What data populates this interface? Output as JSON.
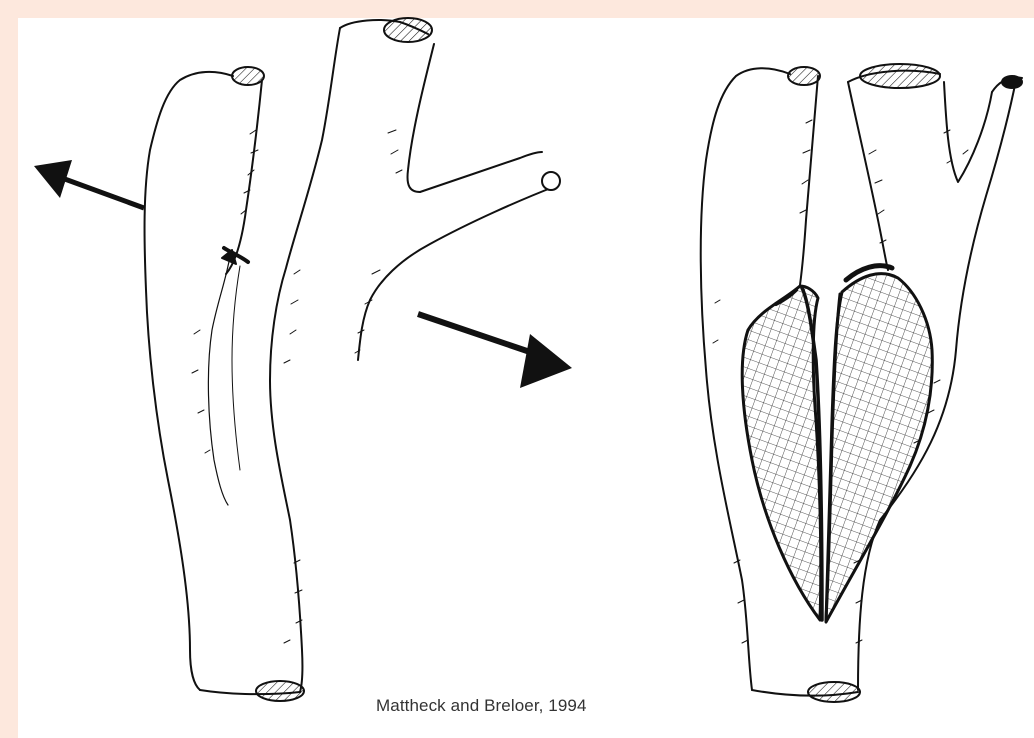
{
  "figure": {
    "credit": "Mattheck and Breloer, 1994"
  },
  "colors": {
    "frame": "#fde8dd",
    "panel": "#ffffff",
    "ink": "#111111",
    "credit_text": "#333333"
  },
  "illustrations": [
    {
      "name": "intact-forked-branch",
      "icon": "tree-fork-drawing"
    },
    {
      "name": "split-forked-branch",
      "icon": "tree-fork-split-drawing"
    }
  ],
  "arrows": [
    {
      "name": "pull-left-arrow",
      "icon": "arrow-left-up"
    },
    {
      "name": "transition-arrow",
      "icon": "arrow-right-down"
    }
  ]
}
